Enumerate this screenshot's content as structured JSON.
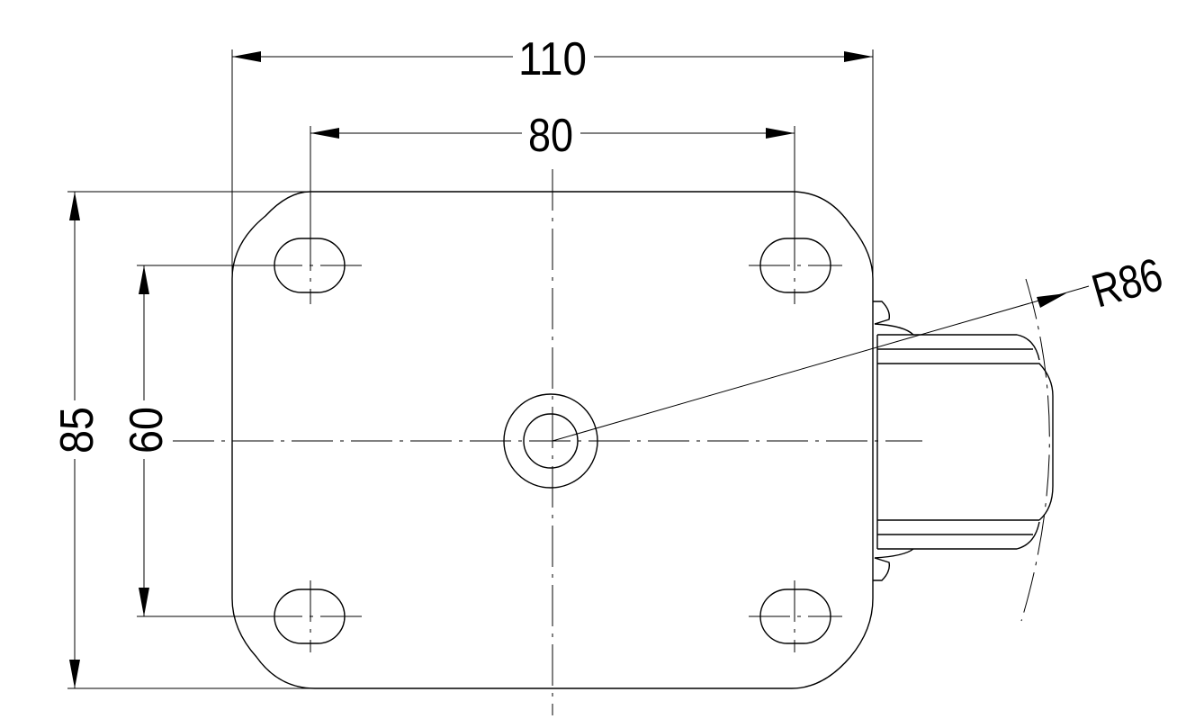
{
  "drawing": {
    "dimensions": {
      "overall_width": "110",
      "hole_spacing_x": "80",
      "overall_height": "85",
      "hole_spacing_y": "60",
      "wheel_radius": "R86"
    }
  }
}
